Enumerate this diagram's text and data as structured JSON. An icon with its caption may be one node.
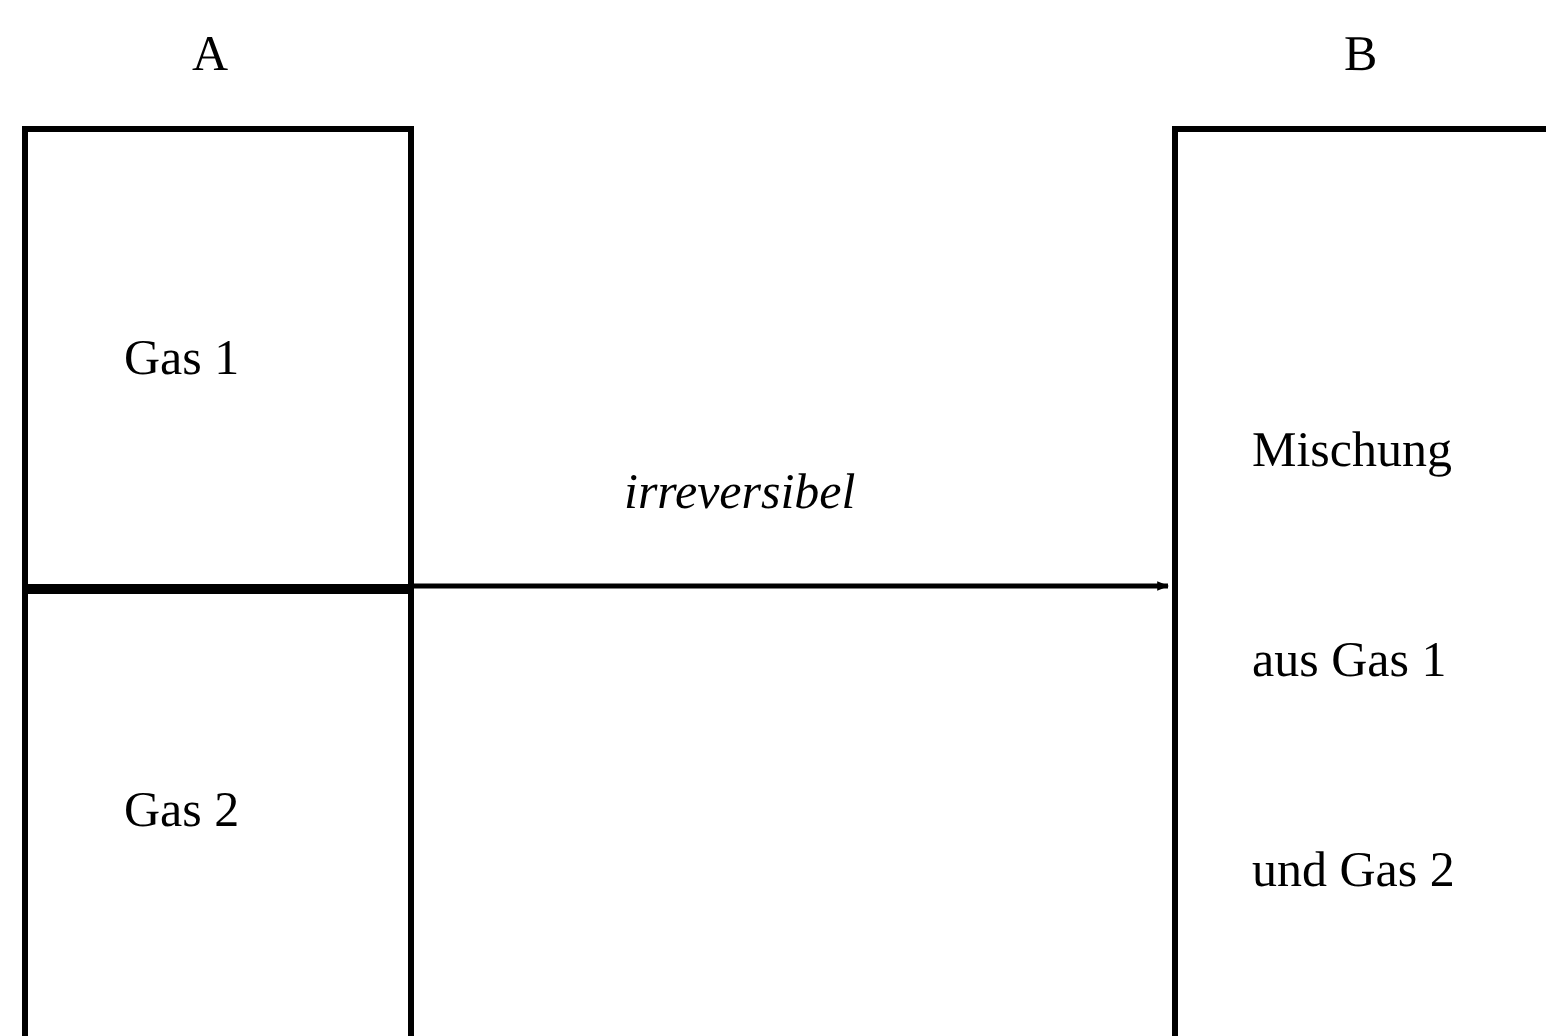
{
  "diagram": {
    "nodes": [
      {
        "text": [
          "A"
        ]
      },
      {
        "text": [
          "Gas 1"
        ],
        "in": 0
      },
      {
        "text": [
          "Gas 2"
        ],
        "in": 0
      },
      {
        "text": [
          "B",
          "Mischung aus Gas 1 und Gas 2"
        ]
      }
    ],
    "edges": [
      {
        "from": 0,
        "to": 3,
        "arrow": "to",
        "label": "irreversibel"
      }
    ]
  }
}
